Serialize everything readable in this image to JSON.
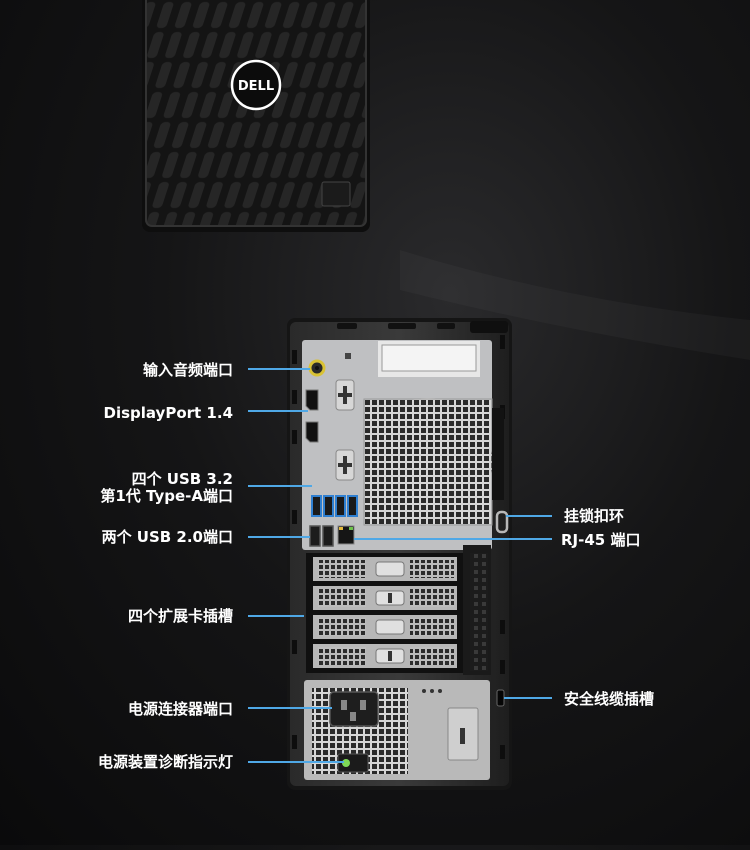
{
  "logo": {
    "text": "DELL"
  },
  "labels_left": [
    {
      "id": "audio-in",
      "text": "输入音频端口"
    },
    {
      "id": "displayport",
      "text": "DisplayPort 1.4"
    },
    {
      "id": "usb32-line1",
      "text": "四个 USB 3.2"
    },
    {
      "id": "usb32-line2",
      "text": "第1代 Type-A端口"
    },
    {
      "id": "usb20",
      "text": "两个 USB 2.0端口"
    },
    {
      "id": "expansion",
      "text": "四个扩展卡插槽"
    },
    {
      "id": "power-connector",
      "text": "电源连接器端口"
    },
    {
      "id": "psu-diag",
      "text": "电源装置诊断指示灯"
    }
  ],
  "labels_right": [
    {
      "id": "padlock",
      "text": "挂锁扣环"
    },
    {
      "id": "rj45",
      "text": "RJ-45 端口"
    },
    {
      "id": "security-slot",
      "text": "安全线缆插槽"
    }
  ],
  "colors": {
    "leader_line": "#4fa8e6",
    "usb3_port": "#2f7fd0",
    "diag_led": "#7ed957"
  }
}
